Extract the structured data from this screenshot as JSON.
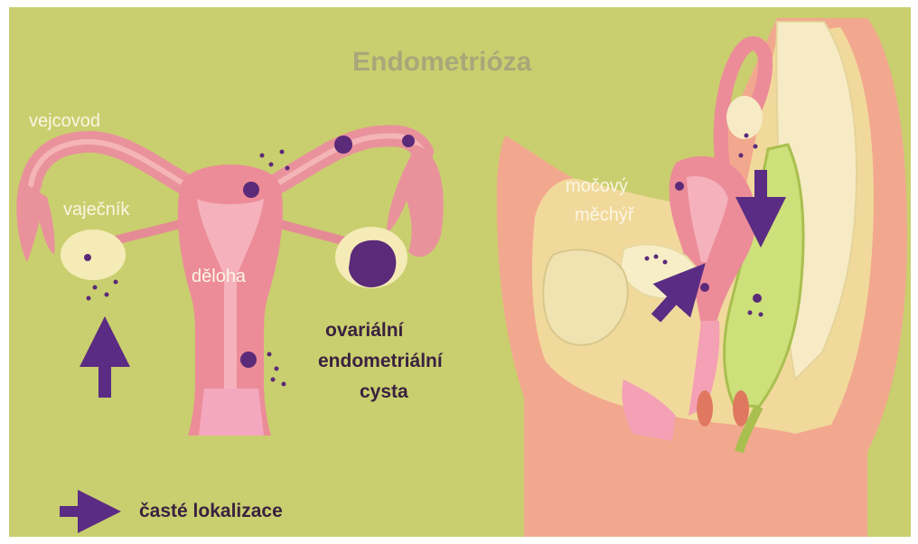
{
  "title": "Endometrióza",
  "labels": {
    "fallopian_tube": "vejcovod",
    "ovary": "vaječník",
    "uterus": "děloha",
    "ovarian_cyst_line1": "ovariální",
    "ovarian_cyst_line2": "endometriální",
    "ovarian_cyst_line3": "cysta",
    "bladder_line1": "močový",
    "bladder_line2": "měchýř"
  },
  "legend": {
    "label": "časté lokalizace",
    "icon": "arrow-right-icon"
  },
  "colors": {
    "background": "#c9cf6e",
    "frame": "#ffffff",
    "organ_pink": "#ec8c98",
    "organ_dark_pink": "#d8707e",
    "skin": "#f2a88e",
    "cream": "#f5ebb6",
    "lesion_purple": "#5b2a79",
    "arrow_purple": "#5a2c83",
    "title_color": "#a7a77a",
    "label_dark": "#3a2140"
  }
}
